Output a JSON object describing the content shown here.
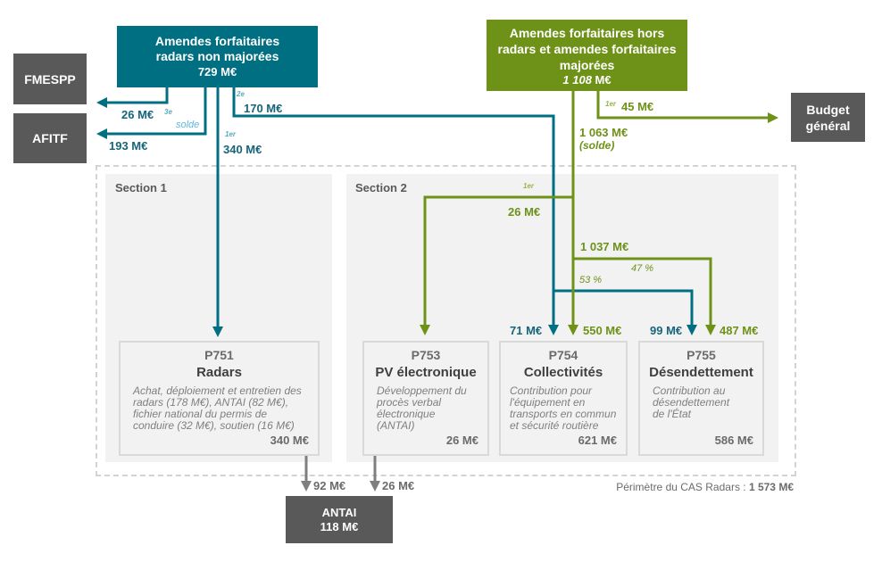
{
  "sources": {
    "radars": {
      "title": "Amendes forfaitaires radars non majorées",
      "amount": "729 M€"
    },
    "hors_radars": {
      "title": "Amendes forfaitaires hors radars et amendes forfaitaires majorées",
      "amount_num": "1 108",
      "amount_unit": " M€"
    }
  },
  "destinations": {
    "fmespp": "FMESPP",
    "afitf": "AFITF",
    "budget_l1": "Budget",
    "budget_l2": "général",
    "antai_name": "ANTAI",
    "antai_amount": "118 M€"
  },
  "sections": {
    "s1": "Section 1",
    "s2": "Section 2"
  },
  "programs": [
    {
      "code": "P751",
      "name": "Radars",
      "desc": "Achat, déploiement et entretien des radars (178 M€), ANTAI (82 M€), fichier national du permis de conduire (32 M€), soutien (16 M€)",
      "amount": "340 M€"
    },
    {
      "code": "P753",
      "name": "PV électronique",
      "desc": "Développement du procès verbal électronique (ANTAI)",
      "amount": "26 M€"
    },
    {
      "code": "P754",
      "name": "Collectivités",
      "desc": "Contribution pour l'équipement en transports en commun et sécurité routière",
      "amount": "621 M€"
    },
    {
      "code": "P755",
      "name": "Désendettement",
      "desc": "Contribution au désendettement de l'État",
      "amount": "586 M€"
    }
  ],
  "flows": {
    "fmespp_amt": "26 M€",
    "fmespp_rank": "3e",
    "afitf_amt": "193 M€",
    "afitf_rank": "solde",
    "p751_rank": "1er",
    "p751_amt": "340 M€",
    "p754_teal_rank": "2e",
    "p754_teal_total": "170 M€",
    "budget_rank": "1er",
    "budget_amt": "45 M€",
    "solde_amt": "1 063 M€",
    "solde_label": "(solde)",
    "p753_rank": "1er",
    "p753_amt": "26 M€",
    "split_amt": "1 037 M€",
    "pct_47": "47 %",
    "pct_53": "53 %",
    "p754_teal": "71 M€",
    "p754_green": "550 M€",
    "p755_teal": "99 M€",
    "p755_green": "487 M€",
    "antai_from_751": "92 M€",
    "antai_from_753": "26 M€"
  },
  "perimeter_label": "Périmètre du CAS Radars : ",
  "perimeter_amount": "1 573 M€",
  "colors": {
    "teal": "#006f82",
    "green": "#6e9118",
    "gray": "#595959"
  }
}
